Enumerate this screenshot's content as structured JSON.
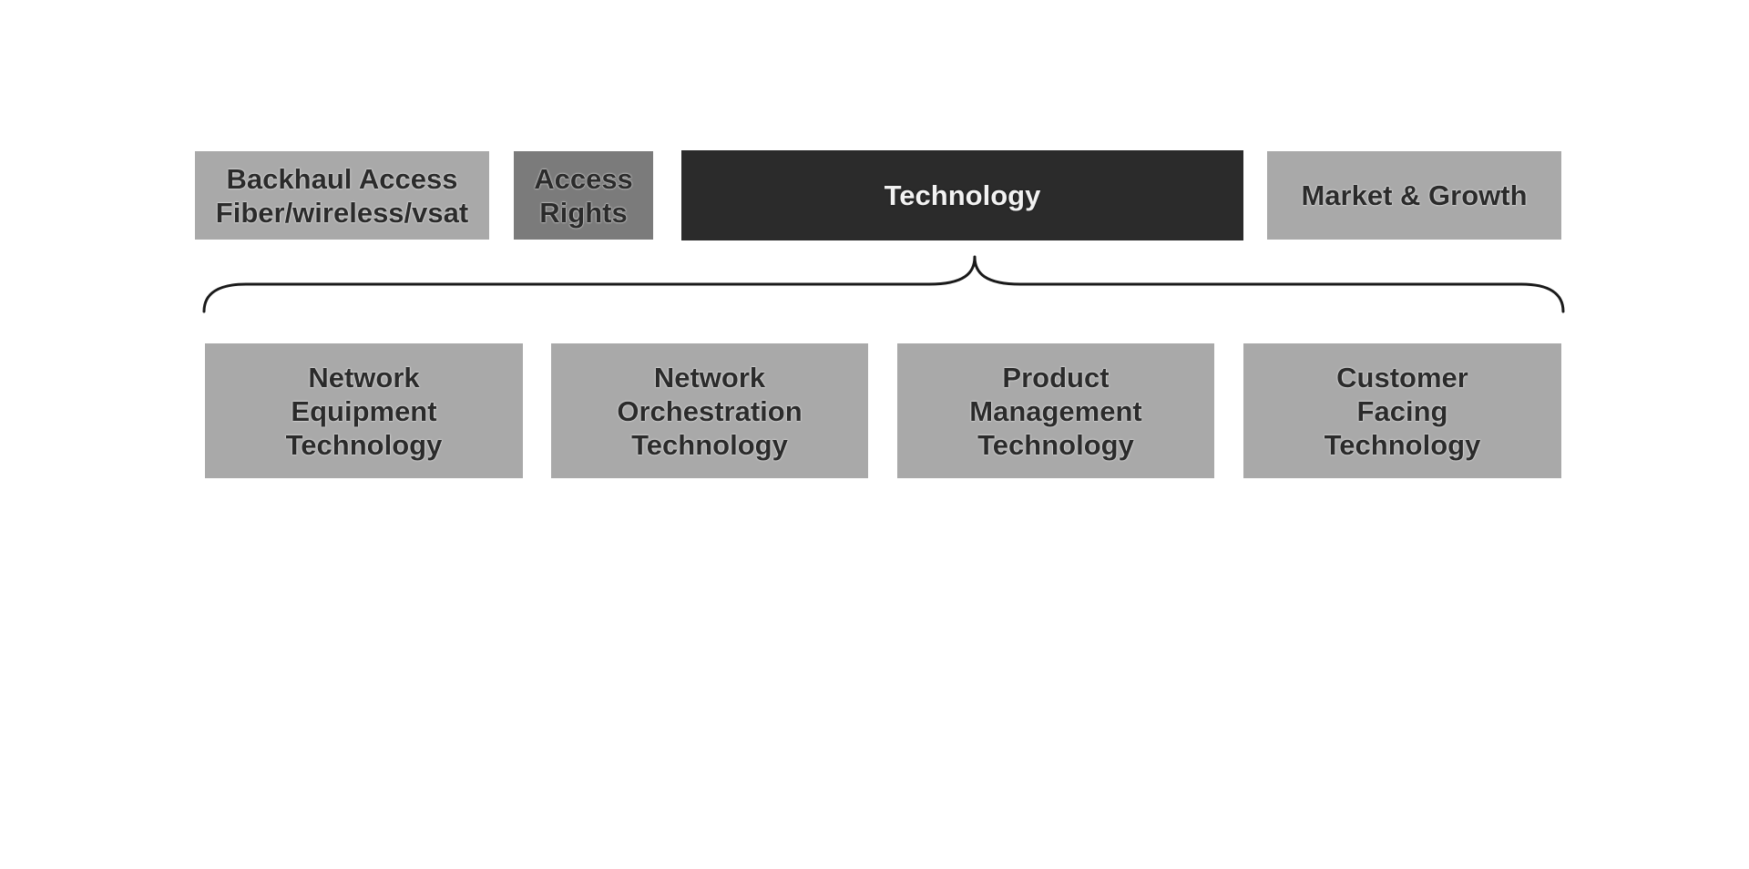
{
  "top_row": {
    "backhaul_label": "Backhaul Access\nFiber/wireless/vsat",
    "access_rights_label": "Access\nRights",
    "technology_label": "Technology",
    "market_growth_label": "Market & Growth"
  },
  "bottom_row": [
    {
      "label": "Network\nEquipment\nTechnology"
    },
    {
      "label": "Network\nOrchestration\nTechnology"
    },
    {
      "label": "Product\nManagement\nTechnology"
    },
    {
      "label": "Customer\nFacing\nTechnology"
    }
  ],
  "colors": {
    "light_box": "#a9a9a9",
    "mid_box": "#7b7b7b",
    "dark_box": "#2b2b2b",
    "brace": "#1a1a1a"
  }
}
